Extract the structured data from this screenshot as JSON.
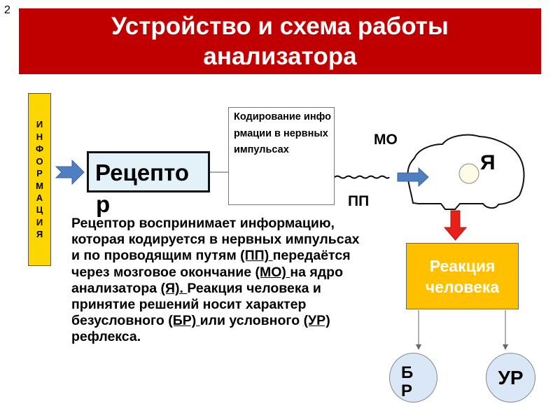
{
  "slide_number": "2",
  "title": [
    "Устройство и схема работы",
    "анализатора"
  ],
  "information_letters": [
    "И",
    "Н",
    "Ф",
    "О",
    "Р",
    "М",
    "А",
    "Ц",
    "И",
    "Я"
  ],
  "receptor": {
    "line1": "Рецепто",
    "line2": "р"
  },
  "coding_text": "Кодирование информации в нервных импульсах",
  "labels": {
    "mo": "МО",
    "pp": "ПП",
    "ya": "Я"
  },
  "description": [
    {
      "t": "Рецептор воспринимает информацию, которая кодируется в нервных импульсах и по проводящим путям "
    },
    {
      "t": "(ПП) ",
      "u": true
    },
    {
      "t": "передаётся через мозговое окончание "
    },
    {
      "t": "(МО) ",
      "u": true
    },
    {
      "t": "на ядро анализатора "
    },
    {
      "t": "(Я). ",
      "u": true
    },
    {
      "t": "Реакция человека и принятие решений носит характер безусловного "
    },
    {
      "t": "(БР) ",
      "u": true
    },
    {
      "t": "или условного "
    },
    {
      "t": "(УР) ",
      "u": true
    },
    {
      "t": "рефлекса."
    }
  ],
  "reaction": [
    "Реакция",
    "человека"
  ],
  "br": [
    "Б",
    "Р"
  ],
  "ur": "УР",
  "colors": {
    "title_bg": "#c00000",
    "info_bg": "#fbd600",
    "receptor_bg": "#e3f2f9",
    "reaction_bg": "#ffc000",
    "circle_bg": "#d9e7f6",
    "arrow_blue": "#4f7fc0",
    "arrow_red": "#e8201a"
  }
}
